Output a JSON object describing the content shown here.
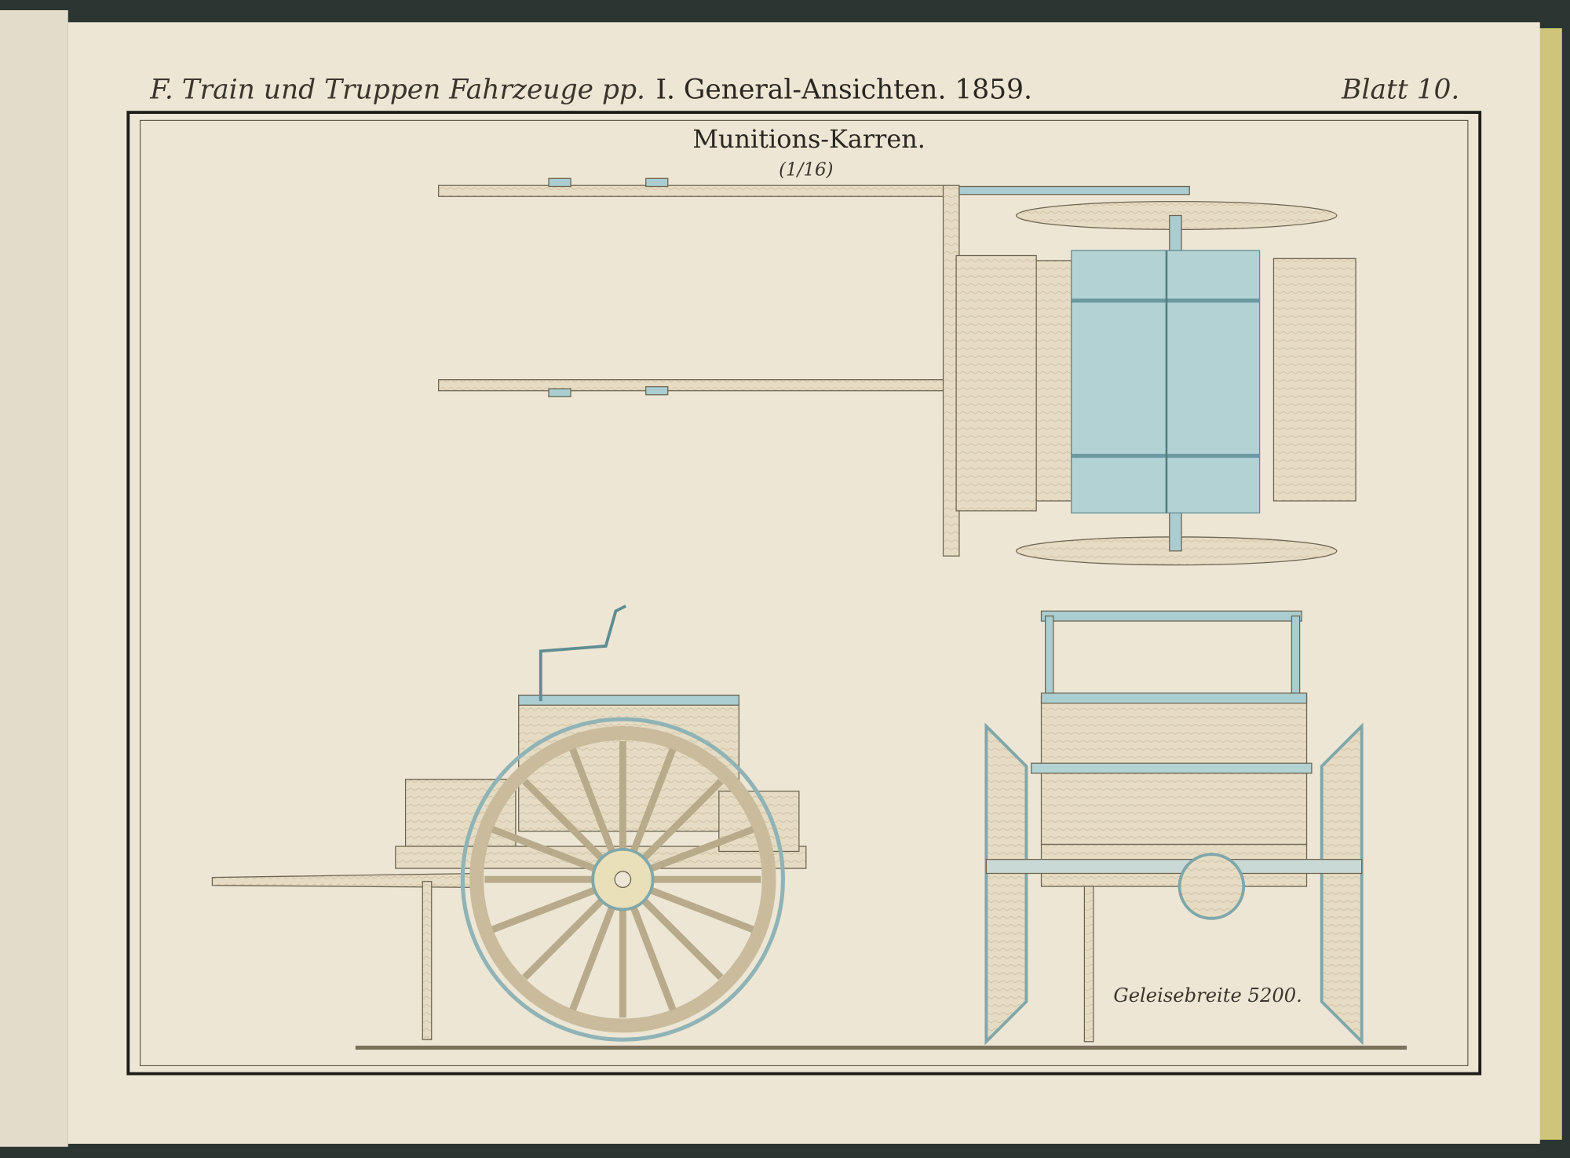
{
  "header": {
    "left": "F. Train und Truppen Fahrzeuge pp.",
    "center": "I. General-Ansichten. 1859.",
    "right": "Blatt 10."
  },
  "plate": {
    "title": "Munitions-Karren.",
    "scale": "(1/16)",
    "caption": "Geleisebreite 5200."
  },
  "colors": {
    "paper": "#ede6d4",
    "wood": "#e6dcc4",
    "iron_blue": "#a9cdd0",
    "ink": "#2a2620",
    "cover": "#2b3532"
  }
}
